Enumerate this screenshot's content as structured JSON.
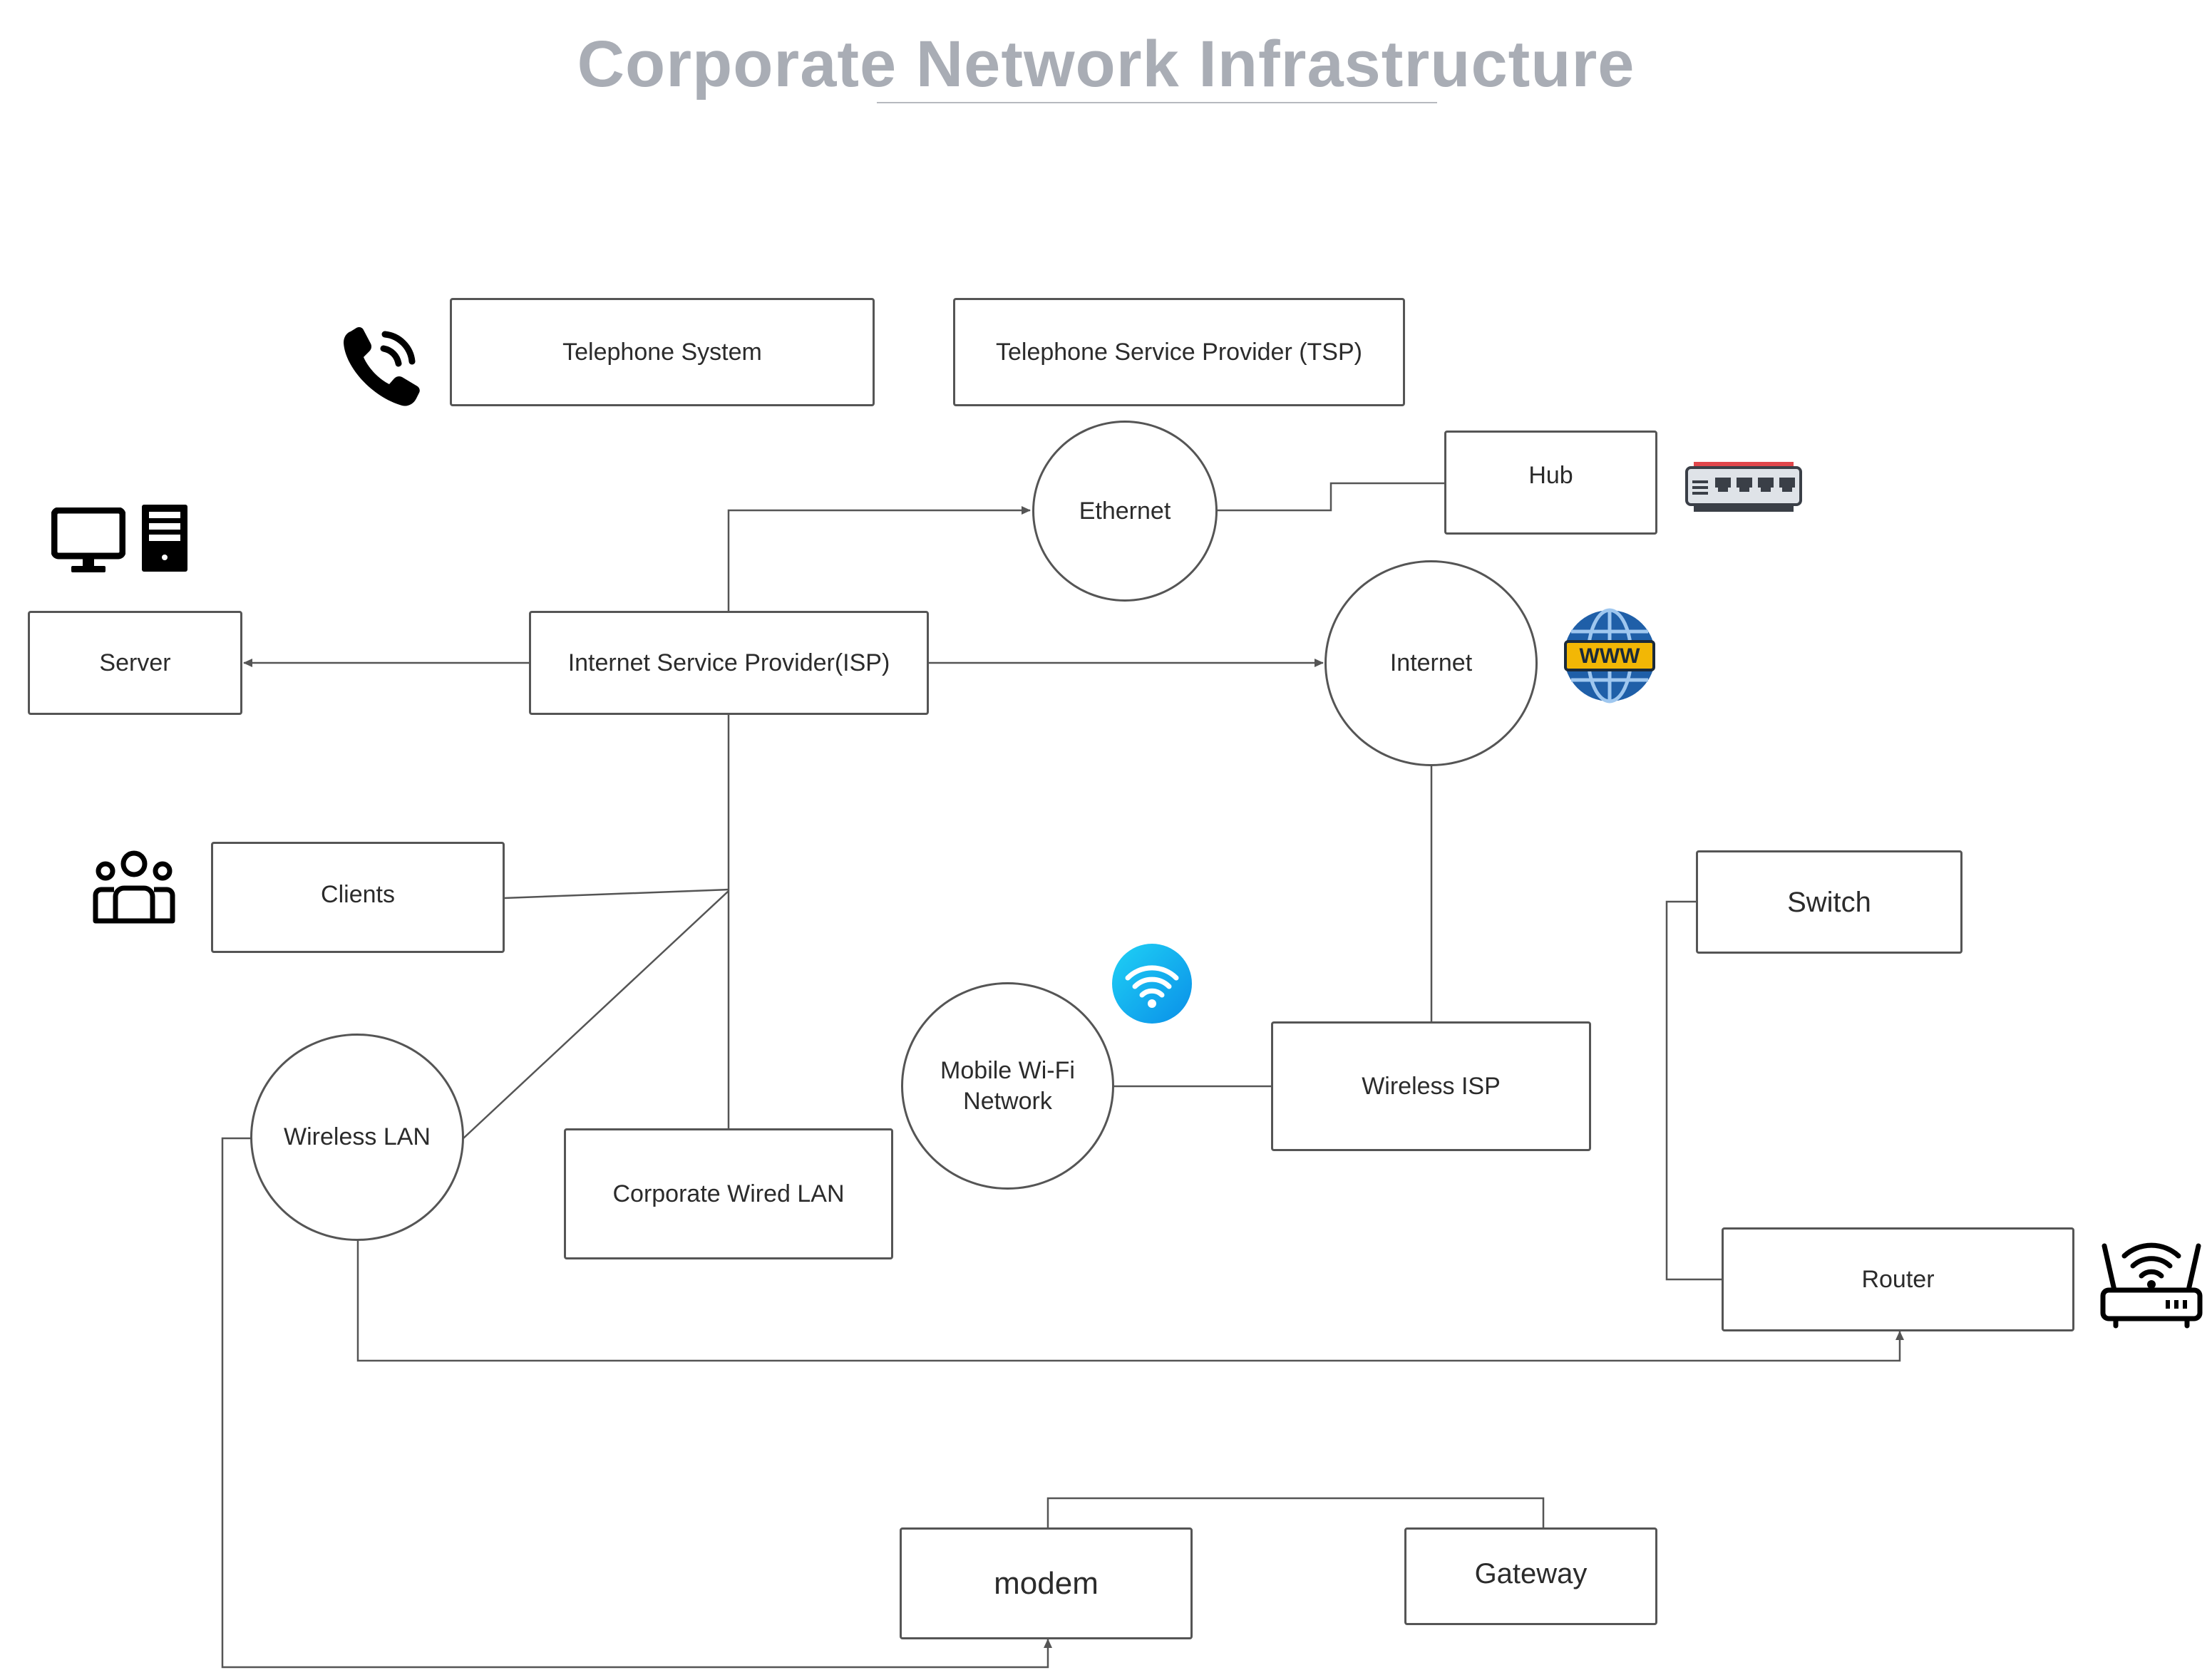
{
  "title": "Corporate Network Infrastructure",
  "nodes": {
    "telephone_system": "Telephone System",
    "tsp": "Telephone Service Provider (TSP)",
    "ethernet": "Ethernet",
    "hub": "Hub",
    "server": "Server",
    "isp": "Internet Service Provider(ISP)",
    "internet": "Internet",
    "clients": "Clients",
    "switch": "Switch",
    "mobile_wifi": "Mobile Wi-Fi Network",
    "wireless_isp": "Wireless ISP",
    "wireless_lan": "Wireless LAN",
    "corporate_wired_lan": "Corporate Wired LAN",
    "router": "Router",
    "modem": "modem",
    "gateway": "Gateway"
  },
  "icons": {
    "telephone": "phone-icon",
    "computer": "monitor-icon",
    "tower": "server-tower-icon",
    "hub": "network-hub-icon",
    "globe": "www-globe-icon",
    "people": "users-group-icon",
    "wifi": "wifi-icon",
    "router": "wifi-router-icon",
    "www_text": "WWW"
  },
  "colors": {
    "title": "#a9adb5",
    "stroke": "#555555",
    "globe_blue": "#1f5fa8",
    "globe_band": "#f2b705",
    "wifi_cyan": "#14b8f0",
    "hub_red": "#e0464b"
  }
}
